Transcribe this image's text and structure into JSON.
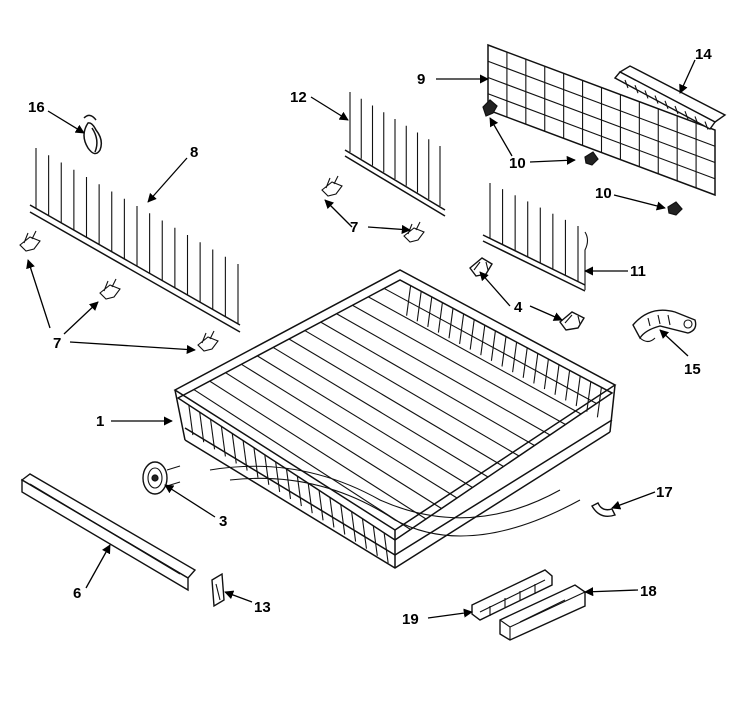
{
  "callouts": {
    "c1": "1",
    "c3": "3",
    "c4": "4",
    "c6": "6",
    "c7a": "7",
    "c7b": "7",
    "c8": "8",
    "c9": "9",
    "c10a": "10",
    "c10b": "10",
    "c11": "11",
    "c12": "12",
    "c13": "13",
    "c14": "14",
    "c15": "15",
    "c16": "16",
    "c17": "17",
    "c18": "18",
    "c19": "19"
  }
}
